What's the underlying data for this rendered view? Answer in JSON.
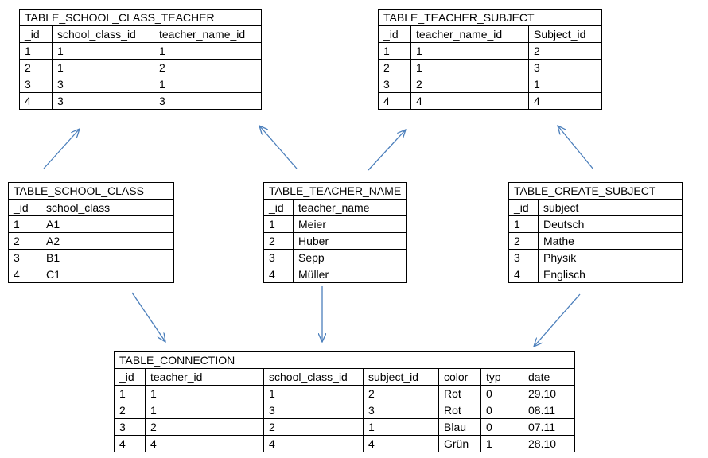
{
  "colors": {
    "arrow": "#4a7ebb",
    "border": "#000000",
    "text": "#000000"
  },
  "tables": {
    "school_class_teacher": {
      "title": "TABLE_SCHOOL_CLASS_TEACHER",
      "columns": [
        "_id",
        "school_class_id",
        "teacher_name_id"
      ],
      "rows": [
        [
          "1",
          "1",
          "1"
        ],
        [
          "2",
          "1",
          "2"
        ],
        [
          "3",
          "3",
          "1"
        ],
        [
          "4",
          "3",
          "3"
        ]
      ]
    },
    "teacher_subject": {
      "title": "TABLE_TEACHER_SUBJECT",
      "columns": [
        "_id",
        "teacher_name_id",
        "Subject_id"
      ],
      "rows": [
        [
          "1",
          "1",
          "2"
        ],
        [
          "2",
          "1",
          "3"
        ],
        [
          "3",
          "2",
          "1"
        ],
        [
          "4",
          "4",
          "4"
        ]
      ]
    },
    "school_class": {
      "title": "TABLE_SCHOOL_CLASS",
      "columns": [
        "_id",
        "school_class"
      ],
      "rows": [
        [
          "1",
          "A1"
        ],
        [
          "2",
          "A2"
        ],
        [
          "3",
          "B1"
        ],
        [
          "4",
          "C1"
        ]
      ]
    },
    "teacher_name": {
      "title": "TABLE_TEACHER_NAME",
      "columns": [
        "_id",
        "teacher_name"
      ],
      "rows": [
        [
          "1",
          "Meier"
        ],
        [
          "2",
          "Huber"
        ],
        [
          "3",
          "Sepp"
        ],
        [
          "4",
          "Müller"
        ]
      ]
    },
    "create_subject": {
      "title": "TABLE_CREATE_SUBJECT",
      "columns": [
        "_id",
        "subject"
      ],
      "rows": [
        [
          "1",
          "Deutsch"
        ],
        [
          "2",
          "Mathe"
        ],
        [
          "3",
          "Physik"
        ],
        [
          "4",
          "Englisch"
        ]
      ]
    },
    "connection": {
      "title": "TABLE_CONNECTION",
      "columns": [
        "_id",
        "teacher_id",
        "school_class_id",
        "subject_id",
        "color",
        "typ",
        "date"
      ],
      "rows": [
        [
          "1",
          "1",
          "1",
          "2",
          "Rot",
          "0",
          "29.10"
        ],
        [
          "2",
          "1",
          "3",
          "3",
          "Rot",
          "0",
          "08.11"
        ],
        [
          "3",
          "2",
          "2",
          "1",
          "Blau",
          "0",
          "07.11"
        ],
        [
          "4",
          "4",
          "4",
          "4",
          "Grün",
          "1",
          "28.10"
        ]
      ]
    }
  }
}
